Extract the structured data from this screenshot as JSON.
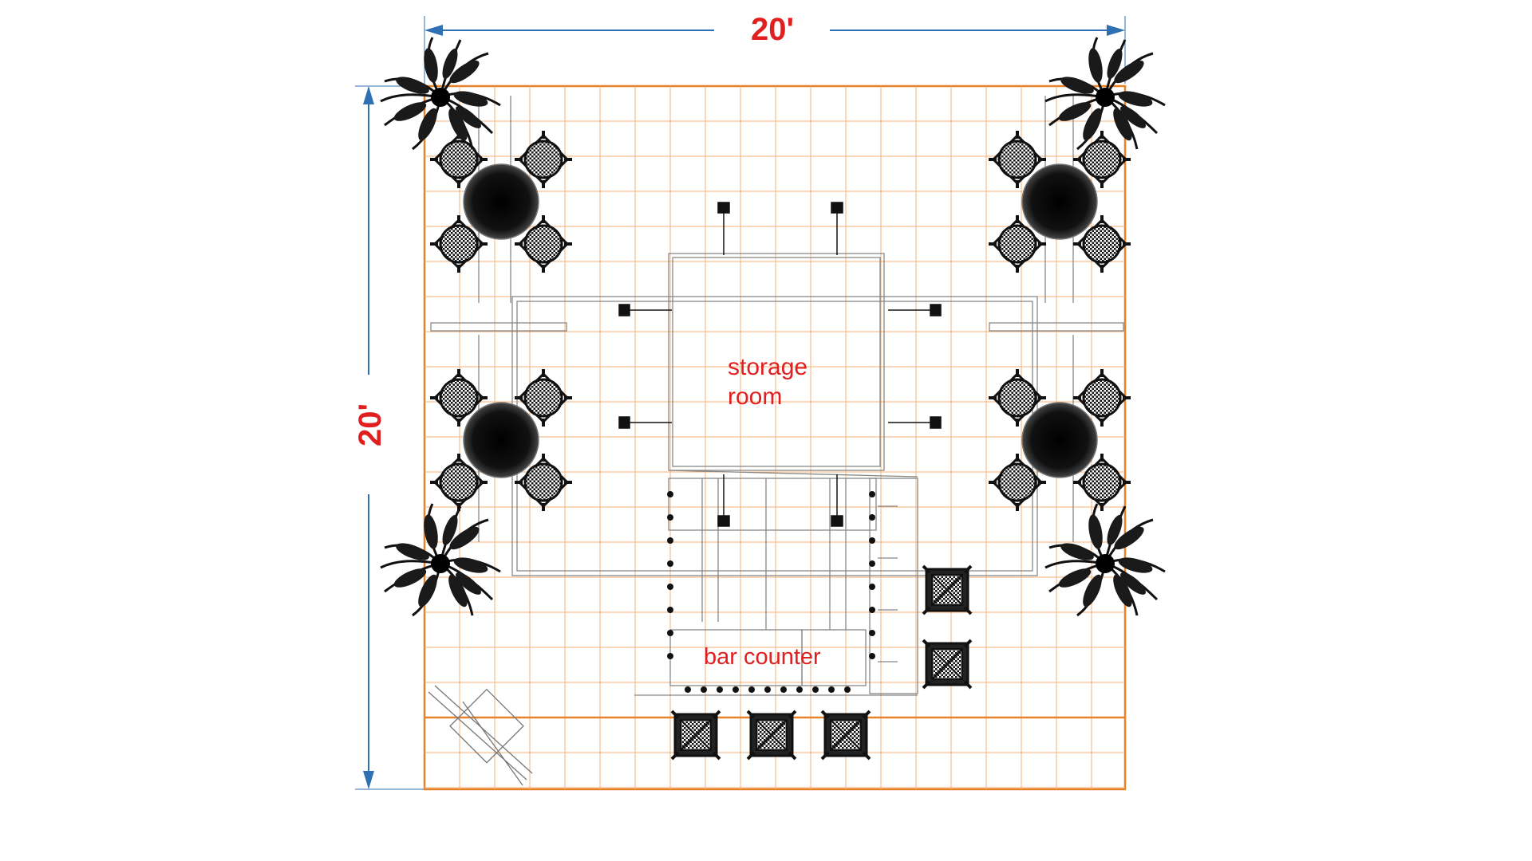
{
  "dimensions": {
    "width_label": "20'",
    "height_label": "20'"
  },
  "labels": {
    "storage_line1": "storage",
    "storage_line2": "room",
    "bar_counter": "bar counter"
  },
  "colors": {
    "dimension_arrow": "#2f6fb3",
    "dimension_text": "#e02020",
    "grid": "#f0a060",
    "booth_outline": "#e8822a",
    "label_text": "#e02020",
    "furniture": "#111111"
  },
  "icons": {
    "plant": "palm-plant-icon",
    "table": "round-table-icon",
    "chair": "chair-icon",
    "stool": "bar-stool-icon",
    "light": "spotlight-icon"
  }
}
